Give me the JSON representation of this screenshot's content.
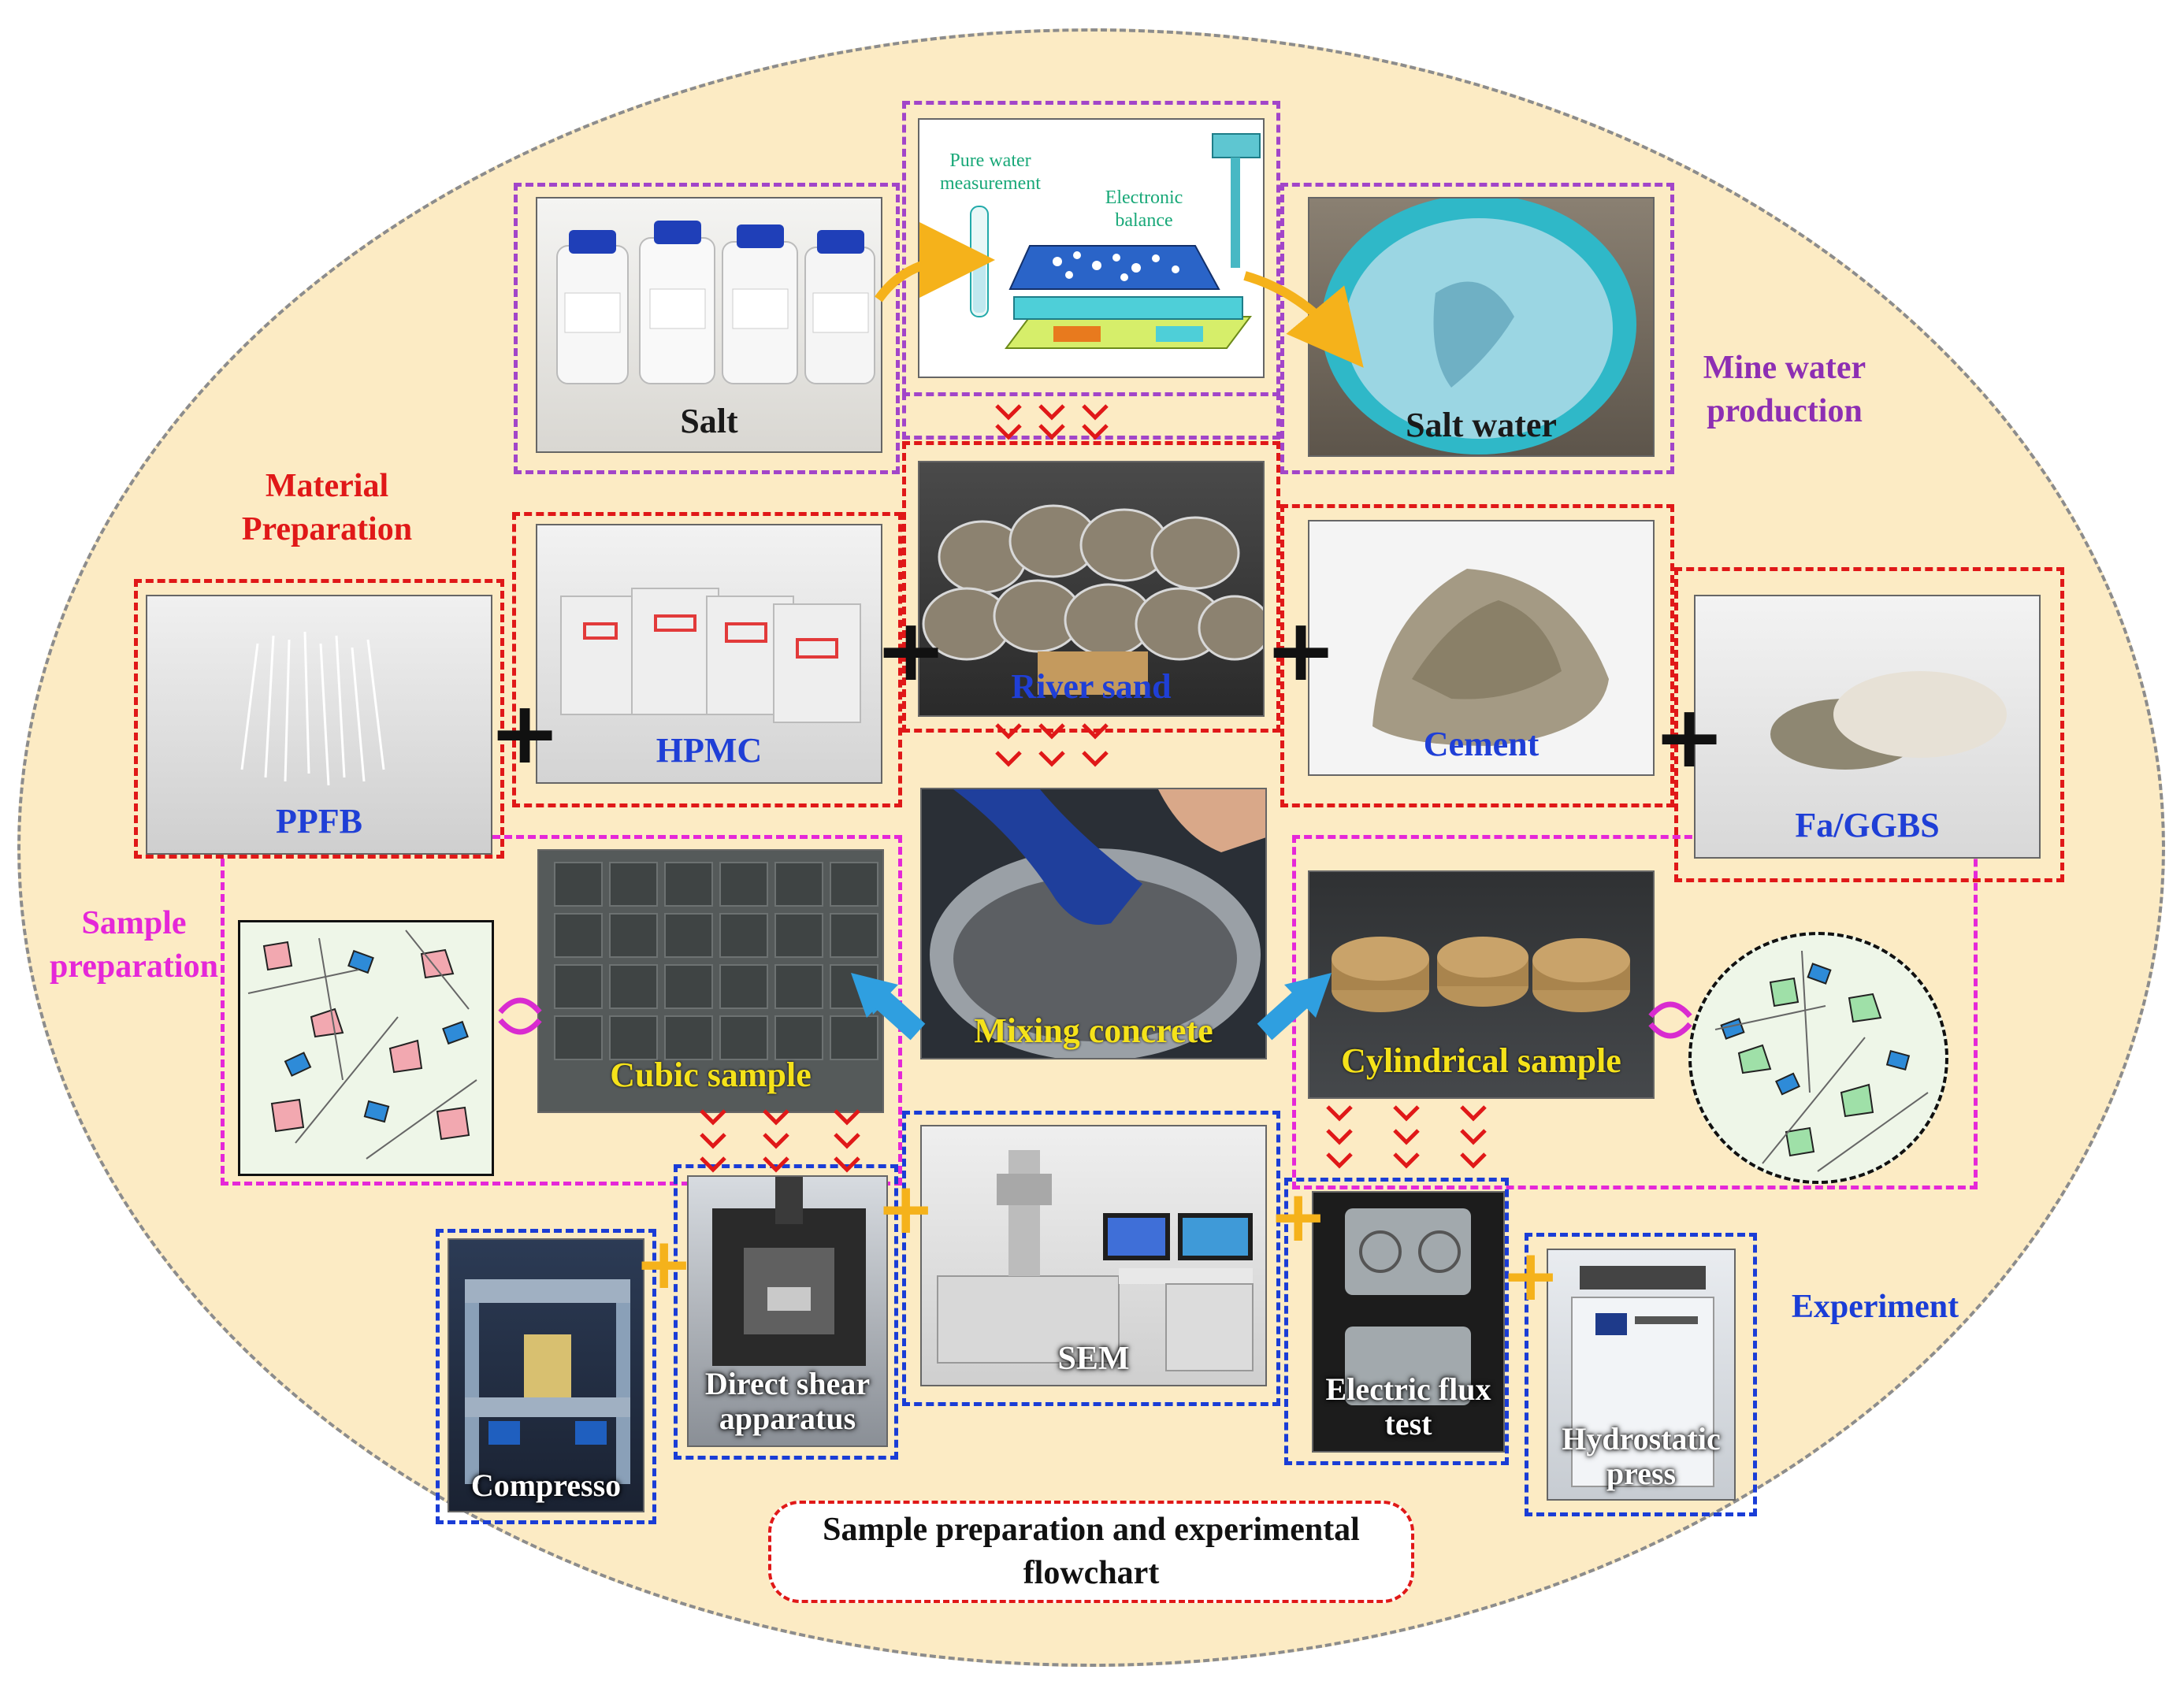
{
  "title": "Sample preparation and experimental flowchart",
  "sections": {
    "mine_water": "Mine water production",
    "material": "Material Preparation",
    "sample": "Sample preparation",
    "experiment": "Experiment"
  },
  "mine_water": {
    "salt": "Salt",
    "salt_water": "Salt water",
    "pure_water": "Pure water measurement",
    "balance": "Electronic balance"
  },
  "materials": {
    "river_sand": "River sand",
    "hpmc": "HPMC",
    "cement": "Cement",
    "ppfb": "PPFB",
    "fa_ggbs": "Fa/GGBS"
  },
  "samples": {
    "mixing": "Mixing concrete",
    "cubic": "Cubic sample",
    "cylindrical": "Cylindrical sample"
  },
  "experiments": {
    "compresso": "Compresso",
    "direct_shear": "Direct shear apparatus",
    "sem": "SEM",
    "electric_flux": "Electric flux test",
    "hydrostatic": "Hydrostatic press"
  },
  "colors": {
    "background": "#fcebc4",
    "red": "#e01818",
    "purple": "#a245c9",
    "magenta": "#e527d8",
    "blue": "#1a3dd6",
    "orange_plus": "#f5b21b",
    "chevron": "#e01818"
  }
}
